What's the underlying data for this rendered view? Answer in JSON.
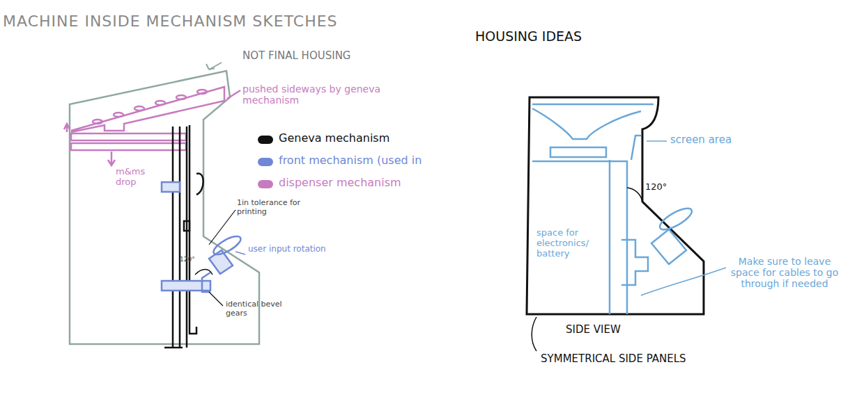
{
  "diagram": {
    "title": "MACHINE INSIDE MECHANISM SKETCHES",
    "labels": [
      "NOT FINAL HOUSING",
      "pushed sideways by geneva mechanism",
      "m&ms drop",
      "1in tolerance for printing",
      "user input rotation",
      "120°",
      "identical bevel gears",
      "HOUSING IDEAS",
      "screen area",
      "120°",
      "space for electronics/ battery",
      "Make sure to leave space for cables to go through if needed",
      "SIDE VIEW",
      "SYMMETRICAL SIDE PANELS"
    ],
    "legend": [
      {
        "text": "Geneva mechanism",
        "color": "#111111"
      },
      {
        "text": "front mechanism (used in",
        "color": "#6f87d6"
      },
      {
        "text": "dispenser mechanism",
        "color": "#c77bbf"
      }
    ]
  }
}
